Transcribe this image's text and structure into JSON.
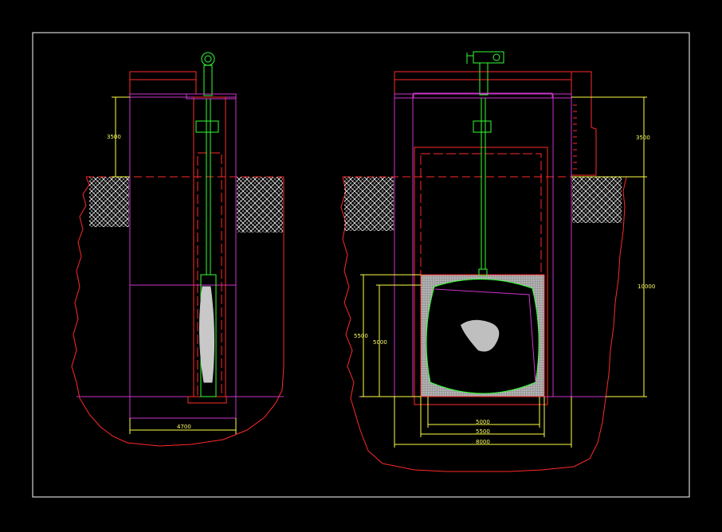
{
  "drawing": {
    "colors": {
      "background": "#000000",
      "frame": "#ffffff",
      "structure": "#ff2a2a",
      "wall": "#cc33cc",
      "gate": "#33ff33",
      "dimension": "#ffff44",
      "soil": "#ffffff",
      "sediment": "#bfbfbf"
    },
    "dimensions": {
      "left_top_height": "3500",
      "left_bottom_width": "4700",
      "right_top_height": "3500",
      "right_total_height": "10000",
      "right_opening_outer": "5500",
      "right_opening_inner": "5000",
      "right_width_inner": "5000",
      "right_width_mid": "5500",
      "right_width_outer": "8000"
    }
  }
}
